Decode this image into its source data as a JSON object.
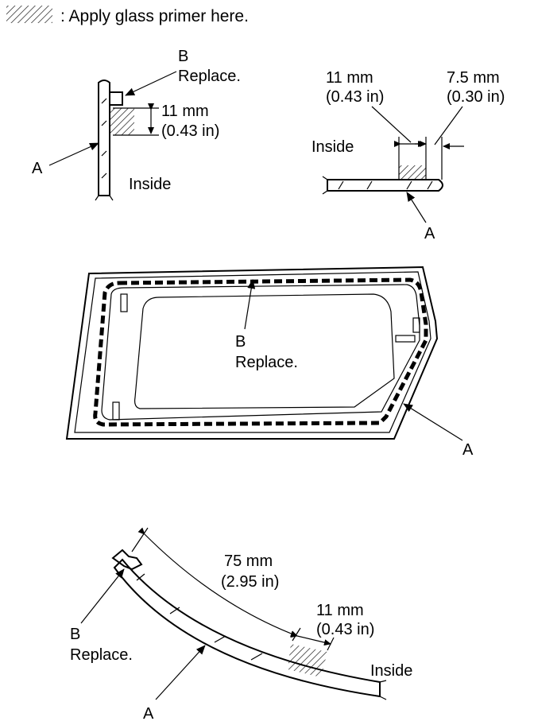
{
  "legend": {
    "text": ": Apply glass primer here."
  },
  "detail_top_left": {
    "label_b": "B",
    "label_b_note": "Replace.",
    "dim_mm": "11 mm",
    "dim_in": "(0.43 in)",
    "label_a": "A",
    "side": "Inside"
  },
  "detail_top_right": {
    "dim1_mm": "11 mm",
    "dim1_in": "(0.43 in)",
    "dim2_mm": "7.5 mm",
    "dim2_in": "(0.30 in)",
    "side": "Inside",
    "label_a": "A"
  },
  "glass_view": {
    "label_b": "B",
    "label_b_note": "Replace.",
    "label_a": "A"
  },
  "detail_bottom": {
    "dim_long_mm": "75 mm",
    "dim_long_in": "(2.95 in)",
    "dim_short_mm": "11 mm",
    "dim_short_in": "(0.43 in)",
    "label_b": "B",
    "label_b_note": "Replace.",
    "label_a": "A",
    "side": "Inside"
  }
}
